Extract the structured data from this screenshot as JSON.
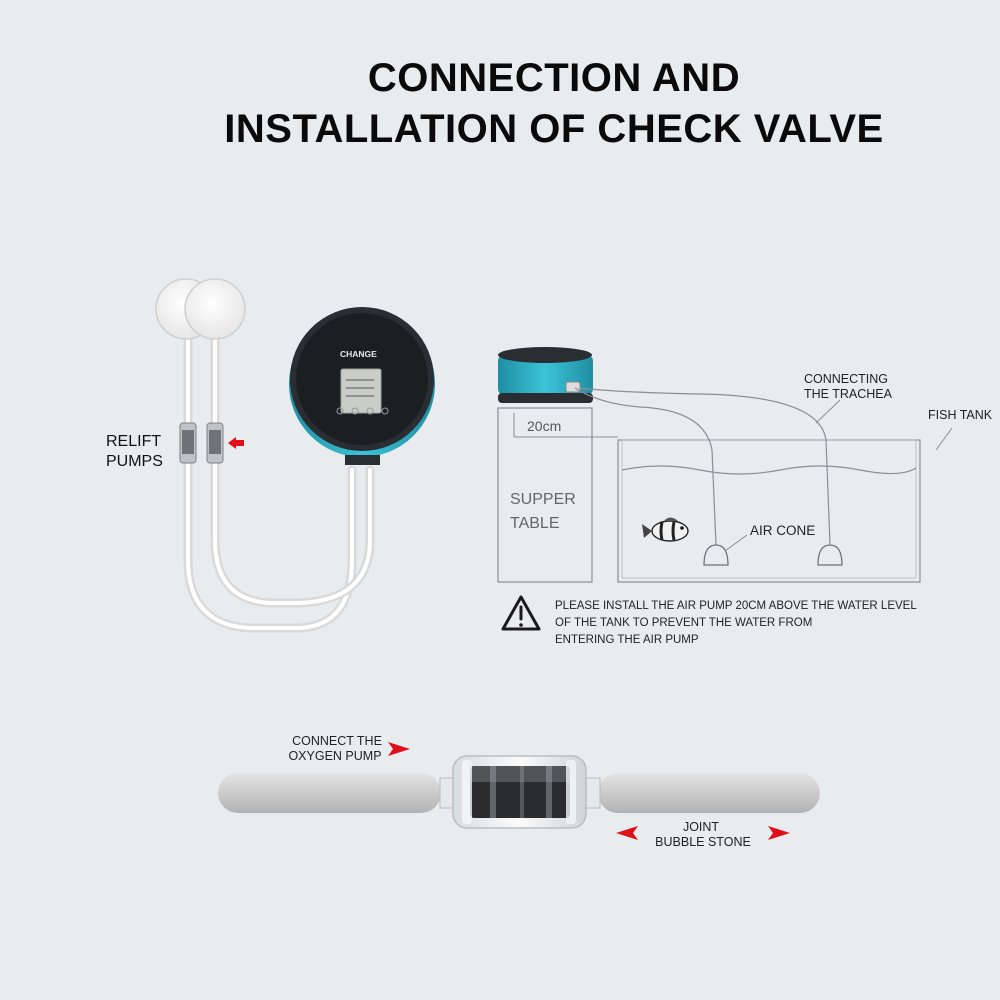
{
  "title": {
    "line1": "CONNECTION AND",
    "line2": "INSTALLATION OF CHECK VALVE"
  },
  "pump_panel": {
    "brand": "CHANGE"
  },
  "labels": {
    "relift_pumps_line1": "RELIFT",
    "relift_pumps_line2": "PUMPS",
    "connecting_trachea_line1": "CONNECTING",
    "connecting_trachea_line2": "THE TRACHEA",
    "fish_tank": "FISH TANK",
    "distance": "20cm",
    "supper_table_line1": "SUPPER",
    "supper_table_line2": "TABLE",
    "air_cone": "AIR CONE",
    "connect_oxygen_line1": "CONNECT THE",
    "connect_oxygen_line2": "OXYGEN PUMP",
    "joint_line1": "JOINT",
    "joint_line2": "BUBBLE STONE"
  },
  "warning": {
    "line1": "PLEASE INSTALL THE AIR PUMP 20CM ABOVE THE WATER LEVEL",
    "line2": "OF THE TANK TO PREVENT THE WATER FROM",
    "line3": "ENTERING THE AIR PUMP"
  },
  "colors": {
    "background": "#e9ecef",
    "pump_teal": "#2fb3c9",
    "pump_dark": "#2a2e33",
    "arrow_red": "#e0101a",
    "line_gray": "#8a8f94"
  },
  "icons": {
    "warning": "warning-triangle-icon",
    "fish": "clownfish-icon"
  }
}
